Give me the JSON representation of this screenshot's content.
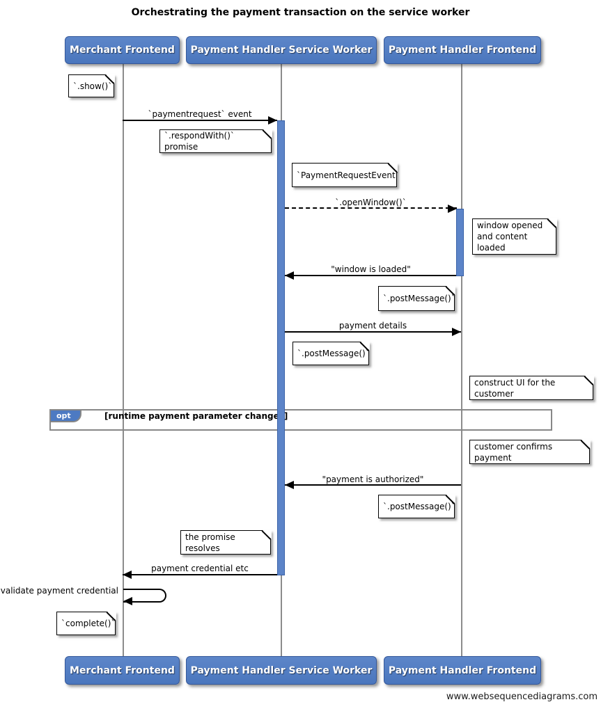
{
  "title": "Orchestrating the payment transaction on the service worker",
  "participants": [
    {
      "name": "Merchant Frontend"
    },
    {
      "name": "Payment Handler Service Worker"
    },
    {
      "name": "Payment Handler Frontend"
    }
  ],
  "messages": [
    {
      "label": "`paymentrequest` event",
      "from": "Merchant Frontend",
      "to": "Payment Handler Service Worker",
      "style": "solid"
    },
    {
      "label": "`.openWindow()`",
      "from": "Payment Handler Service Worker",
      "to": "Payment Handler Frontend",
      "style": "dashed"
    },
    {
      "label": "\"window is loaded\"",
      "from": "Payment Handler Frontend",
      "to": "Payment Handler Service Worker",
      "style": "solid"
    },
    {
      "label": "payment details",
      "from": "Payment Handler Service Worker",
      "to": "Payment Handler Frontend",
      "style": "solid"
    },
    {
      "label": "\"payment is authorized\"",
      "from": "Payment Handler Frontend",
      "to": "Payment Handler Service Worker",
      "style": "solid"
    },
    {
      "label": "payment credential etc",
      "from": "Payment Handler Service Worker",
      "to": "Merchant Frontend",
      "style": "solid"
    },
    {
      "label": "validate payment credential",
      "from": "Merchant Frontend",
      "to": "Merchant Frontend",
      "style": "self"
    }
  ],
  "notes": [
    {
      "text": "`.show()`"
    },
    {
      "text": "`.respondWith()` promise"
    },
    {
      "text": "`PaymentRequestEvent`"
    },
    {
      "text": "window opened\nand content loaded"
    },
    {
      "text": "`.postMessage()`"
    },
    {
      "text": "`.postMessage()`"
    },
    {
      "text": "construct UI for the customer"
    },
    {
      "text": "customer confirms payment"
    },
    {
      "text": "`.postMessage()`"
    },
    {
      "text": "the promise resolves"
    },
    {
      "text": "`complete()`"
    }
  ],
  "fragment": {
    "operator": "opt",
    "condition": "[runtime payment parameter changes]"
  },
  "watermark": "www.websequencediagrams.com",
  "colors": {
    "participant_fill": "#4d7ac2",
    "participant_border": "#35589a",
    "activation_fill": "#5c84c8",
    "lifeline": "#8c8c8c",
    "frame_border": "#878787"
  }
}
